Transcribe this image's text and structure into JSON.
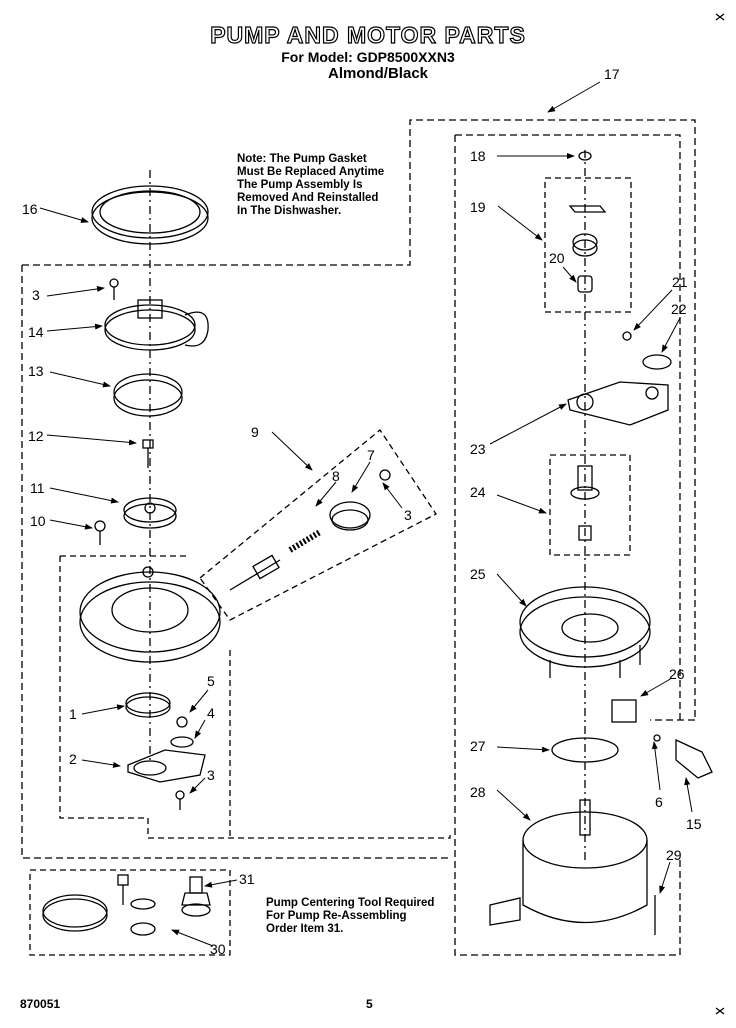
{
  "header": {
    "title": "PUMP AND MOTOR PARTS",
    "model_line": "For Model: GDP8500XXN3",
    "color_line": "Almond/Black"
  },
  "notes": {
    "gasket_note": "Note: The Pump Gasket\nMust Be Replaced Anytime\nThe Pump Assembly Is\nRemoved And Reinstalled\nIn The Dishwasher.",
    "tool_note": "Pump Centering Tool Required\nFor Pump Re-Assembling\nOrder Item 31."
  },
  "footer": {
    "code": "870051",
    "page": "5"
  },
  "callouts": {
    "c1": "1",
    "c2": "2",
    "c3a": "3",
    "c3b": "3",
    "c3c": "3",
    "c4": "4",
    "c5": "5",
    "c6": "6",
    "c7": "7",
    "c8": "8",
    "c9": "9",
    "c10": "10",
    "c11": "11",
    "c12": "12",
    "c13": "13",
    "c14": "14",
    "c15": "15",
    "c16": "16",
    "c17": "17",
    "c18": "18",
    "c19": "19",
    "c20": "20",
    "c21": "21",
    "c22": "22",
    "c23": "23",
    "c24": "24",
    "c25": "25",
    "c26": "26",
    "c27": "27",
    "c28": "28",
    "c29": "29",
    "c30": "30",
    "c31": "31"
  }
}
